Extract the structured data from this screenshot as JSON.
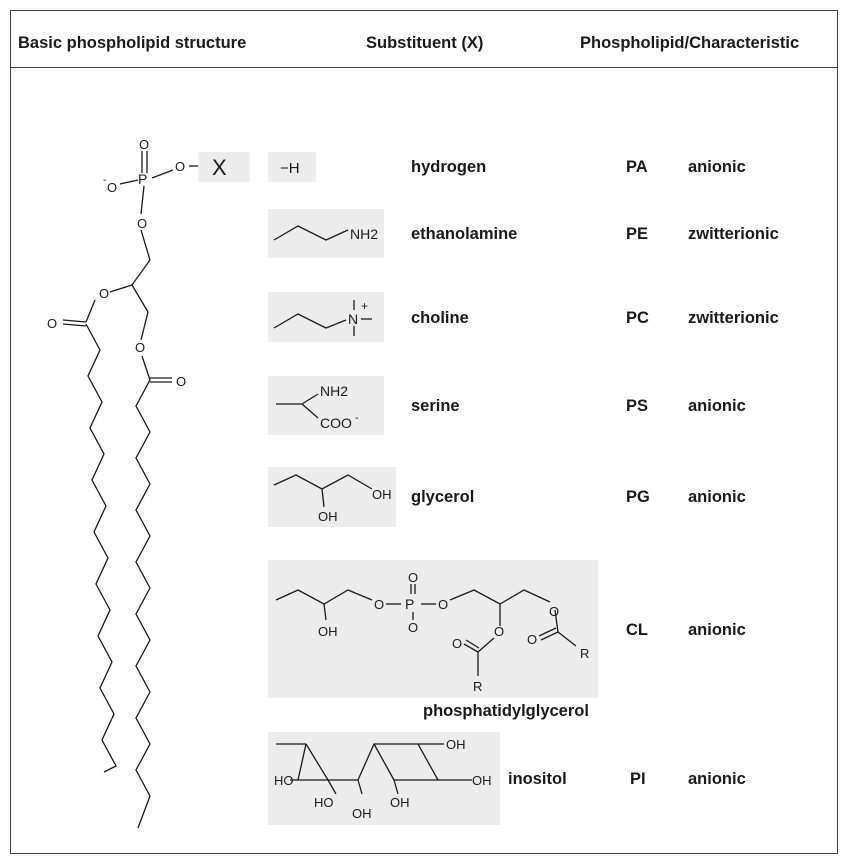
{
  "header": {
    "col1": "Basic phospholipid structure",
    "col2": "Substituent (X)",
    "col3": "Phospholipid/Characteristic"
  },
  "backbone": {
    "x_label": "X",
    "atoms": {
      "O": "O",
      "P": "P",
      "neg": "-"
    }
  },
  "rows": [
    {
      "formula": "−H",
      "name": "hydrogen",
      "abbr": "PA",
      "characteristic": "anionic"
    },
    {
      "formula_nh2": "NH2",
      "name": "ethanolamine",
      "abbr": "PE",
      "characteristic": "zwitterionic"
    },
    {
      "formula_n": "N",
      "formula_plus": "+",
      "name": "choline",
      "abbr": "PC",
      "characteristic": "zwitterionic"
    },
    {
      "formula_nh2": "NH2",
      "formula_coo": "COO",
      "formula_minus": "-",
      "name": "serine",
      "abbr": "PS",
      "characteristic": "anionic"
    },
    {
      "formula_oh1": "OH",
      "formula_oh2": "OH",
      "name": "glycerol",
      "abbr": "PG",
      "characteristic": "anionic"
    },
    {
      "formula_oh": "OH",
      "formula_o": "O",
      "formula_p": "P",
      "formula_r": "R",
      "name": "phosphatidylglycerol",
      "abbr": "CL",
      "characteristic": "anionic"
    },
    {
      "formula_oh": "OH",
      "formula_ho": "HO",
      "name": "inositol",
      "abbr": "PI",
      "characteristic": "anionic"
    }
  ]
}
